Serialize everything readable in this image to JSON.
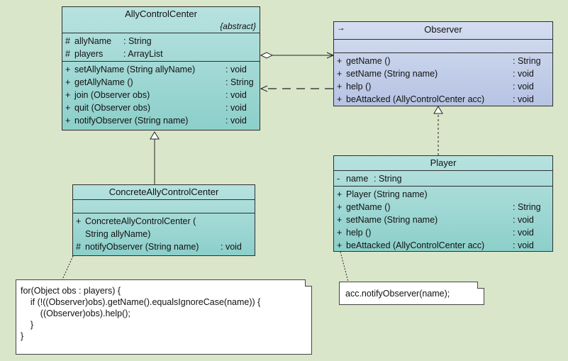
{
  "ally": {
    "title": "AllyControlCenter",
    "stereotype": "{abstract}",
    "attributes": [
      {
        "vis": "#",
        "name": "allyName",
        "type": ": String"
      },
      {
        "vis": "#",
        "name": "players",
        "type": ": ArrayList"
      }
    ],
    "operations": [
      {
        "vis": "+",
        "name": "setAllyName (String allyName)",
        "type": ": void"
      },
      {
        "vis": "+",
        "name": "getAllyName ()",
        "type": ": String"
      },
      {
        "vis": "+",
        "name": "join (Observer obs)",
        "type": ": void"
      },
      {
        "vis": "+",
        "name": "quit (Observer obs)",
        "type": ": void"
      },
      {
        "vis": "+",
        "name": "notifyObserver (String name)",
        "type": ": void"
      }
    ]
  },
  "observer": {
    "title": "Observer",
    "operations": [
      {
        "vis": "+",
        "name": "getName ()",
        "type": ": String"
      },
      {
        "vis": "+",
        "name": "setName (String name)",
        "type": ": void"
      },
      {
        "vis": "+",
        "name": "help ()",
        "type": ": void"
      },
      {
        "vis": "+",
        "name": "beAttacked (AllyControlCenter acc)",
        "type": ": void"
      }
    ]
  },
  "concrete": {
    "title": "ConcreteAllyControlCenter",
    "operations": [
      {
        "vis": "+",
        "name": "ConcreteAllyControlCenter (",
        "type": ""
      },
      {
        "vis": "",
        "name": "String allyName)",
        "type": ""
      },
      {
        "vis": "#",
        "name": "notifyObserver (String name)",
        "type": ": void"
      }
    ]
  },
  "player": {
    "title": "Player",
    "attributes": [
      {
        "vis": "-",
        "name": "name",
        "type": ": String"
      }
    ],
    "operations": [
      {
        "vis": "+",
        "name": "Player (String name)",
        "type": ""
      },
      {
        "vis": "+",
        "name": "getName ()",
        "type": ": String"
      },
      {
        "vis": "+",
        "name": "setName (String name)",
        "type": ": void"
      },
      {
        "vis": "+",
        "name": "help ()",
        "type": ": void"
      },
      {
        "vis": "+",
        "name": "beAttacked (AllyControlCenter acc)",
        "type": ": void"
      }
    ]
  },
  "notes": {
    "left": [
      "for(Object obs : players) {",
      "    if (!((Observer)obs).getName().equalsIgnoreCase(name)) {",
      "        ((Observer)obs).help();",
      "    }",
      "}"
    ],
    "right": [
      "acc.notifyObserver(name);"
    ]
  }
}
